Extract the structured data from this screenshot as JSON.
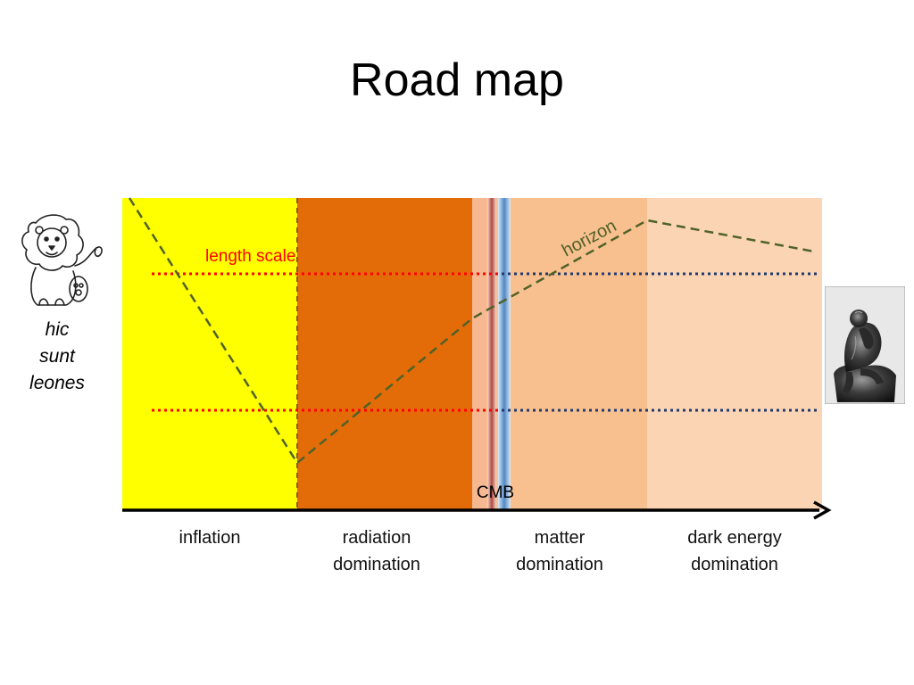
{
  "slide": {
    "title": "Road map",
    "length_scale_label": "length scale",
    "horizon_label": "horizon",
    "cmb_label": "CMB",
    "eras": [
      {
        "label": "inflation"
      },
      {
        "label": "radiation\ndomination"
      },
      {
        "label": "matter\ndomination"
      },
      {
        "label": "dark energy\ndomination"
      }
    ],
    "left_caption": "hic\nsunt\nleones"
  },
  "colors": {
    "inflation": "#ffff00",
    "radiation": "#e36c09",
    "matter": "#f9c08f",
    "dark_energy": "#fbd4b4",
    "horizon": "#4f6228",
    "length_scale_early": "#ff0000",
    "length_scale_late": "#1f3a6e",
    "label_red": "#ff0000"
  },
  "icons": {
    "left": "lion-cartoon-icon",
    "right": "thinker-statue-icon"
  }
}
